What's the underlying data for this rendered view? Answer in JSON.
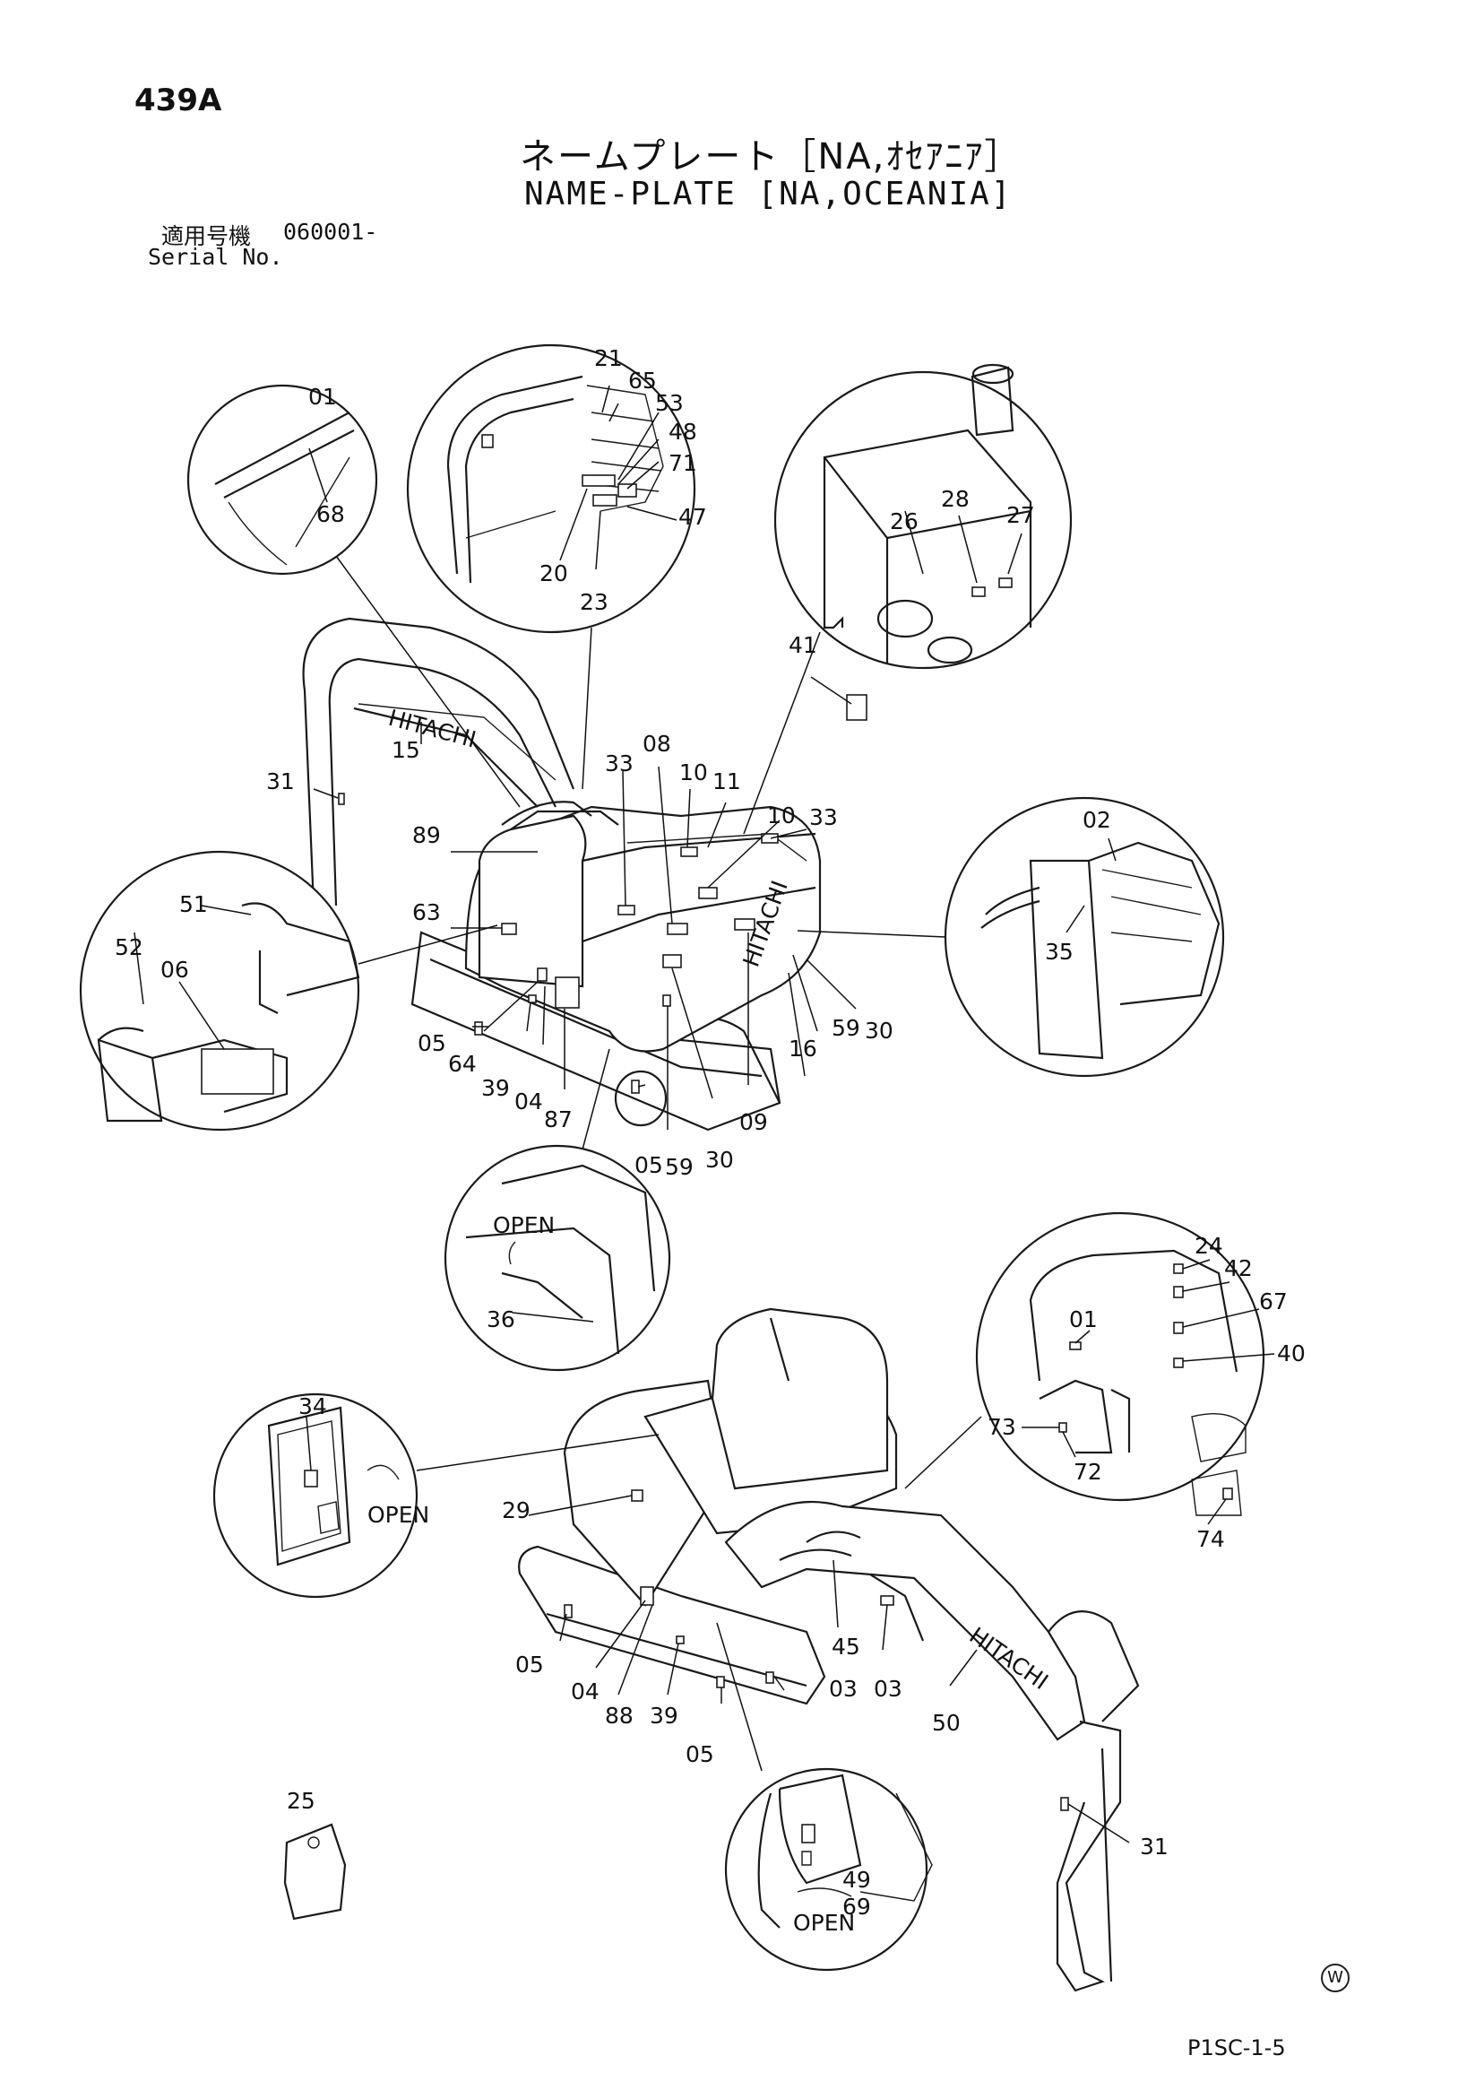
{
  "header": {
    "page_number": "439A",
    "title_jp": "ネームプレート［NA,ｵｾｱﾆｱ］",
    "title_en": "NAME-PLATE [NA,OCEANIA]",
    "serial_label_jp": "適用号機",
    "serial_value": "060001-",
    "serial_label_en": "Serial No."
  },
  "footer": {
    "reference_code": "P1SC-1-5",
    "w_mark": "W"
  },
  "brand_text": "HITACHI",
  "open_label": "OPEN",
  "callouts": {
    "c01": "01",
    "c02": "02",
    "c03": "03",
    "c04": "04",
    "c05": "05",
    "c06": "06",
    "c08": "08",
    "c09": "09",
    "c10": "10",
    "c11": "11",
    "c15": "15",
    "c16": "16",
    "c20": "20",
    "c21": "21",
    "c23": "23",
    "c24": "24",
    "c25": "25",
    "c26": "26",
    "c27": "27",
    "c28": "28",
    "c29": "29",
    "c30": "30",
    "c31": "31",
    "c33": "33",
    "c34": "34",
    "c35": "35",
    "c36": "36",
    "c39": "39",
    "c40": "40",
    "c41": "41",
    "c42": "42",
    "c45": "45",
    "c47": "47",
    "c48": "48",
    "c49": "49",
    "c50": "50",
    "c51": "51",
    "c52": "52",
    "c53": "53",
    "c59": "59",
    "c63": "63",
    "c64": "64",
    "c65": "65",
    "c67": "67",
    "c68": "68",
    "c69": "69",
    "c71": "71",
    "c72": "72",
    "c73": "73",
    "c74": "74",
    "c87": "87",
    "c88": "88",
    "c89": "89"
  }
}
